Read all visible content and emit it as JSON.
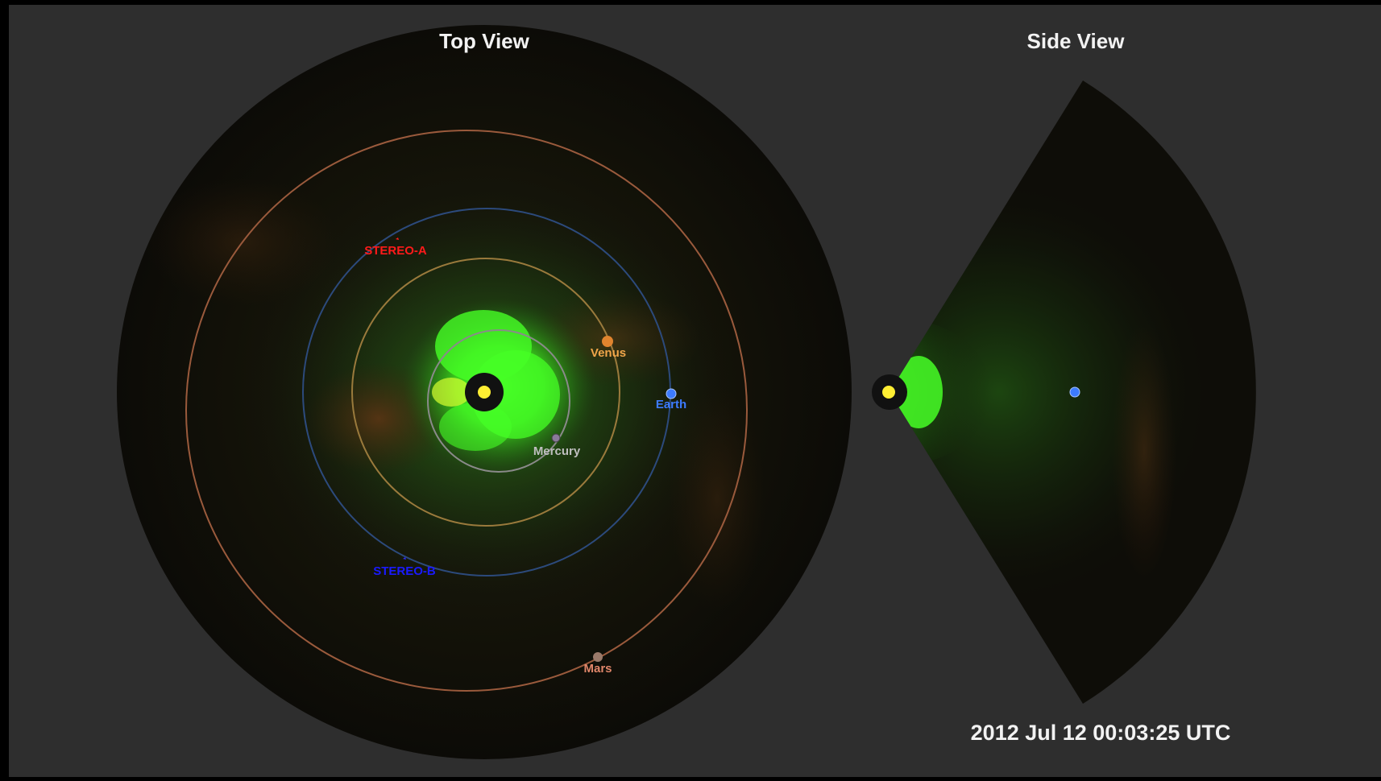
{
  "top_view": {
    "title": "Top View",
    "bodies": [
      {
        "id": "mercury",
        "label": "Mercury",
        "color": "#bfbfbf",
        "orbit_color": "#8a8a8a"
      },
      {
        "id": "venus",
        "label": "Venus",
        "color": "#f0a64a",
        "orbit_color": "#9a7a3c"
      },
      {
        "id": "earth",
        "label": "Earth",
        "color": "#3d7bff",
        "orbit_color": "#2c4a7c"
      },
      {
        "id": "mars",
        "label": "Mars",
        "color": "#e0866a",
        "orbit_color": "#9a5a3c"
      },
      {
        "id": "stereo-a",
        "label": "STEREO-A",
        "color": "#ff1a1a"
      },
      {
        "id": "stereo-b",
        "label": "STEREO-B",
        "color": "#1a1aff"
      }
    ]
  },
  "side_view": {
    "title": "Side View"
  },
  "timestamp": "2012 Jul 12 00:03:25 UTC",
  "colors": {
    "background": "#2e2e2e",
    "sun": "#ffee33",
    "density": "#33ff22",
    "shadow": "#111111"
  }
}
